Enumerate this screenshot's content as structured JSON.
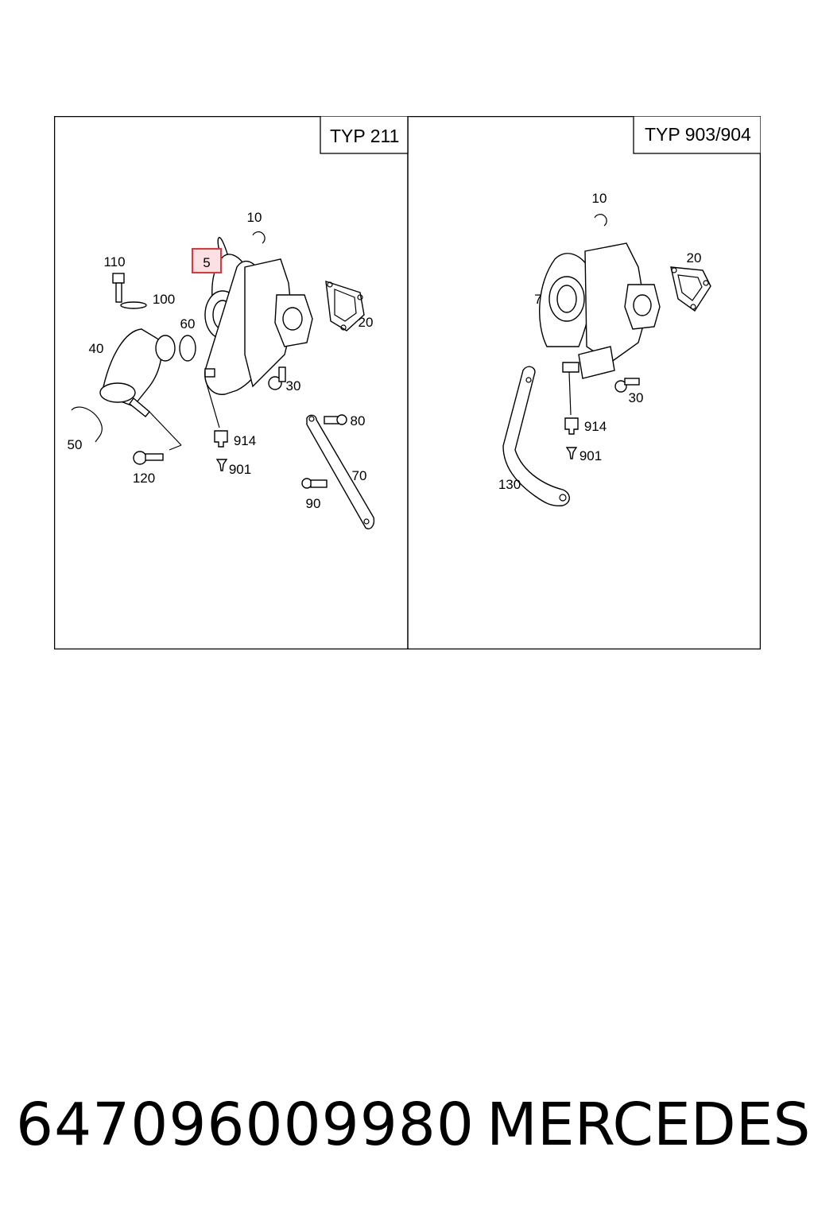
{
  "panels": [
    {
      "title": "TYP 211",
      "highlighted": "5",
      "callouts": [
        "5",
        "10",
        "110",
        "100",
        "60",
        "20",
        "40",
        "30",
        "80",
        "50",
        "914",
        "120",
        "901",
        "70",
        "90"
      ]
    },
    {
      "title": "TYP 903/904",
      "callouts": [
        "10",
        "20",
        "7",
        "30",
        "914",
        "901",
        "130"
      ]
    }
  ],
  "footer": {
    "part_number": "647096009980",
    "brand": "MERCEDES"
  },
  "colors": {
    "highlight_border": "#e8333a",
    "highlight_fill": "#fbe1e3"
  }
}
